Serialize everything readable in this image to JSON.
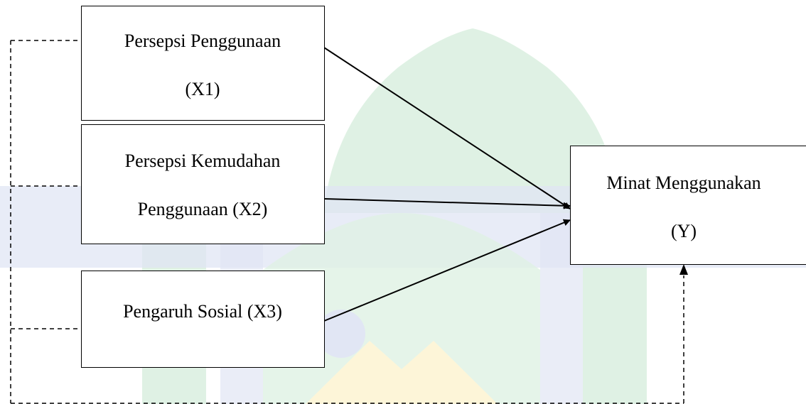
{
  "diagram": {
    "boxes": {
      "x1": {
        "line1": "Persepsi Penggunaan",
        "line2": "(X1)"
      },
      "x2": {
        "line1": "Persepsi Kemudahan",
        "line2": "Penggunaan (X2)"
      },
      "x3": {
        "line1": "Pengaruh Sosial (X3)"
      },
      "y": {
        "line1": "Minat Menggunakan",
        "line2": "(Y)"
      }
    },
    "colors": {
      "watermark_green": "#2fa84f",
      "watermark_blue": "#3b5bb8",
      "watermark_yellow": "#f2c200",
      "line": "#000000"
    }
  }
}
